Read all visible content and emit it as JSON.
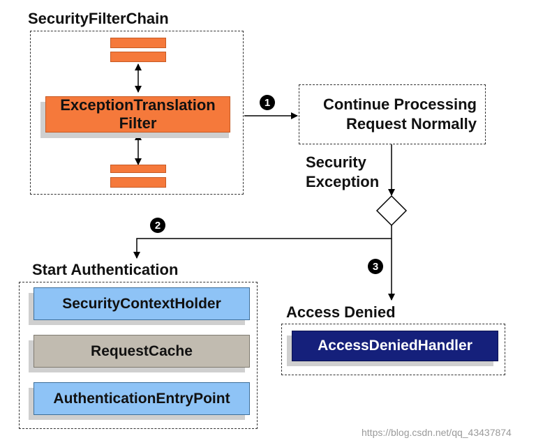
{
  "security_filter_chain": {
    "title": "SecurityFilterChain",
    "filter_line1": "ExceptionTranslation",
    "filter_line2": "Filter"
  },
  "continue_box": {
    "line1": "Continue Processing",
    "line2": "Request Normally"
  },
  "security_exception": {
    "line1": "Security",
    "line2": "Exception"
  },
  "steps": {
    "step1": "1",
    "step2": "2",
    "step3": "3"
  },
  "start_authentication": {
    "title": "Start Authentication",
    "items": [
      "SecurityContextHolder",
      "RequestCache",
      "AuthenticationEntryPoint"
    ]
  },
  "access_denied": {
    "title": "Access Denied",
    "handler": "AccessDeniedHandler"
  },
  "watermark": "https://blog.csdn.net/qq_43437874",
  "colors": {
    "filter_orange": "#f5793b",
    "context_blue": "#8ec3f6",
    "cache_gray": "#c1bbb0",
    "handler_navy": "#15207b"
  }
}
